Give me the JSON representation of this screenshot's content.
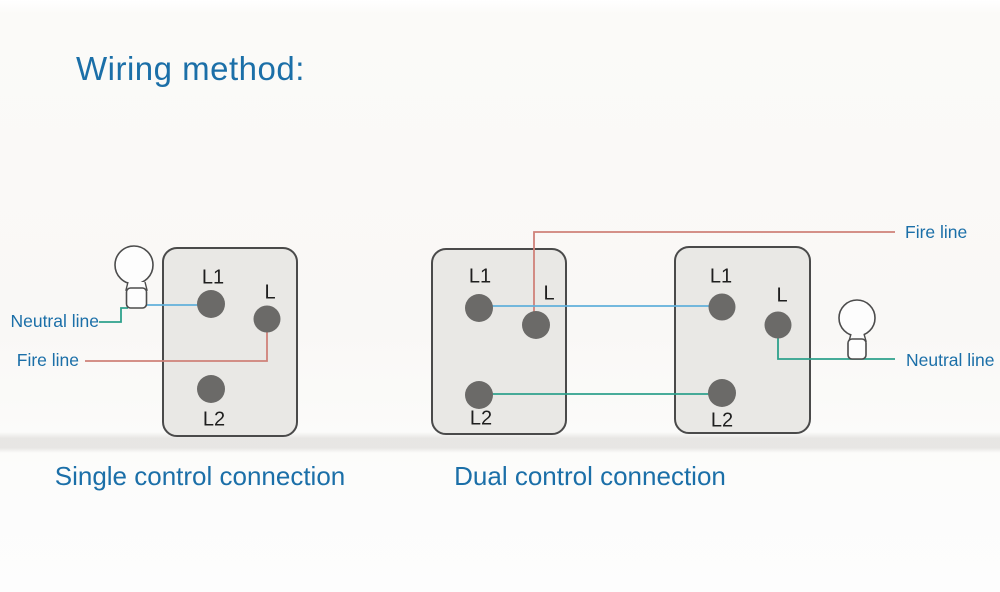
{
  "title": "Wiring method:",
  "single_diagram": {
    "caption": "Single control connection",
    "neutral_label": "Neutral line",
    "fire_label": "Fire line",
    "switch": {
      "terminal_top_left": "L1",
      "terminal_right": "L",
      "terminal_bottom": "L2"
    }
  },
  "dual_diagram": {
    "caption": "Dual control connection",
    "fire_label": "Fire line",
    "neutral_label": "Neutral line",
    "switch_left": {
      "terminal_top_left": "L1",
      "terminal_right": "L",
      "terminal_bottom": "L2"
    },
    "switch_right": {
      "terminal_top_left": "L1",
      "terminal_right": "L",
      "terminal_bottom": "L2"
    }
  },
  "colors": {
    "label_text_blue": "#1b6fa8",
    "fire_wire_red": "#cf8179",
    "neutral_wire_teal": "#2ea18c",
    "live_wire_blue": "#60b0da",
    "terminal_gray": "#6b6a68",
    "switch_fill": "#e9e8e5",
    "switch_border": "#4a4a4a"
  }
}
